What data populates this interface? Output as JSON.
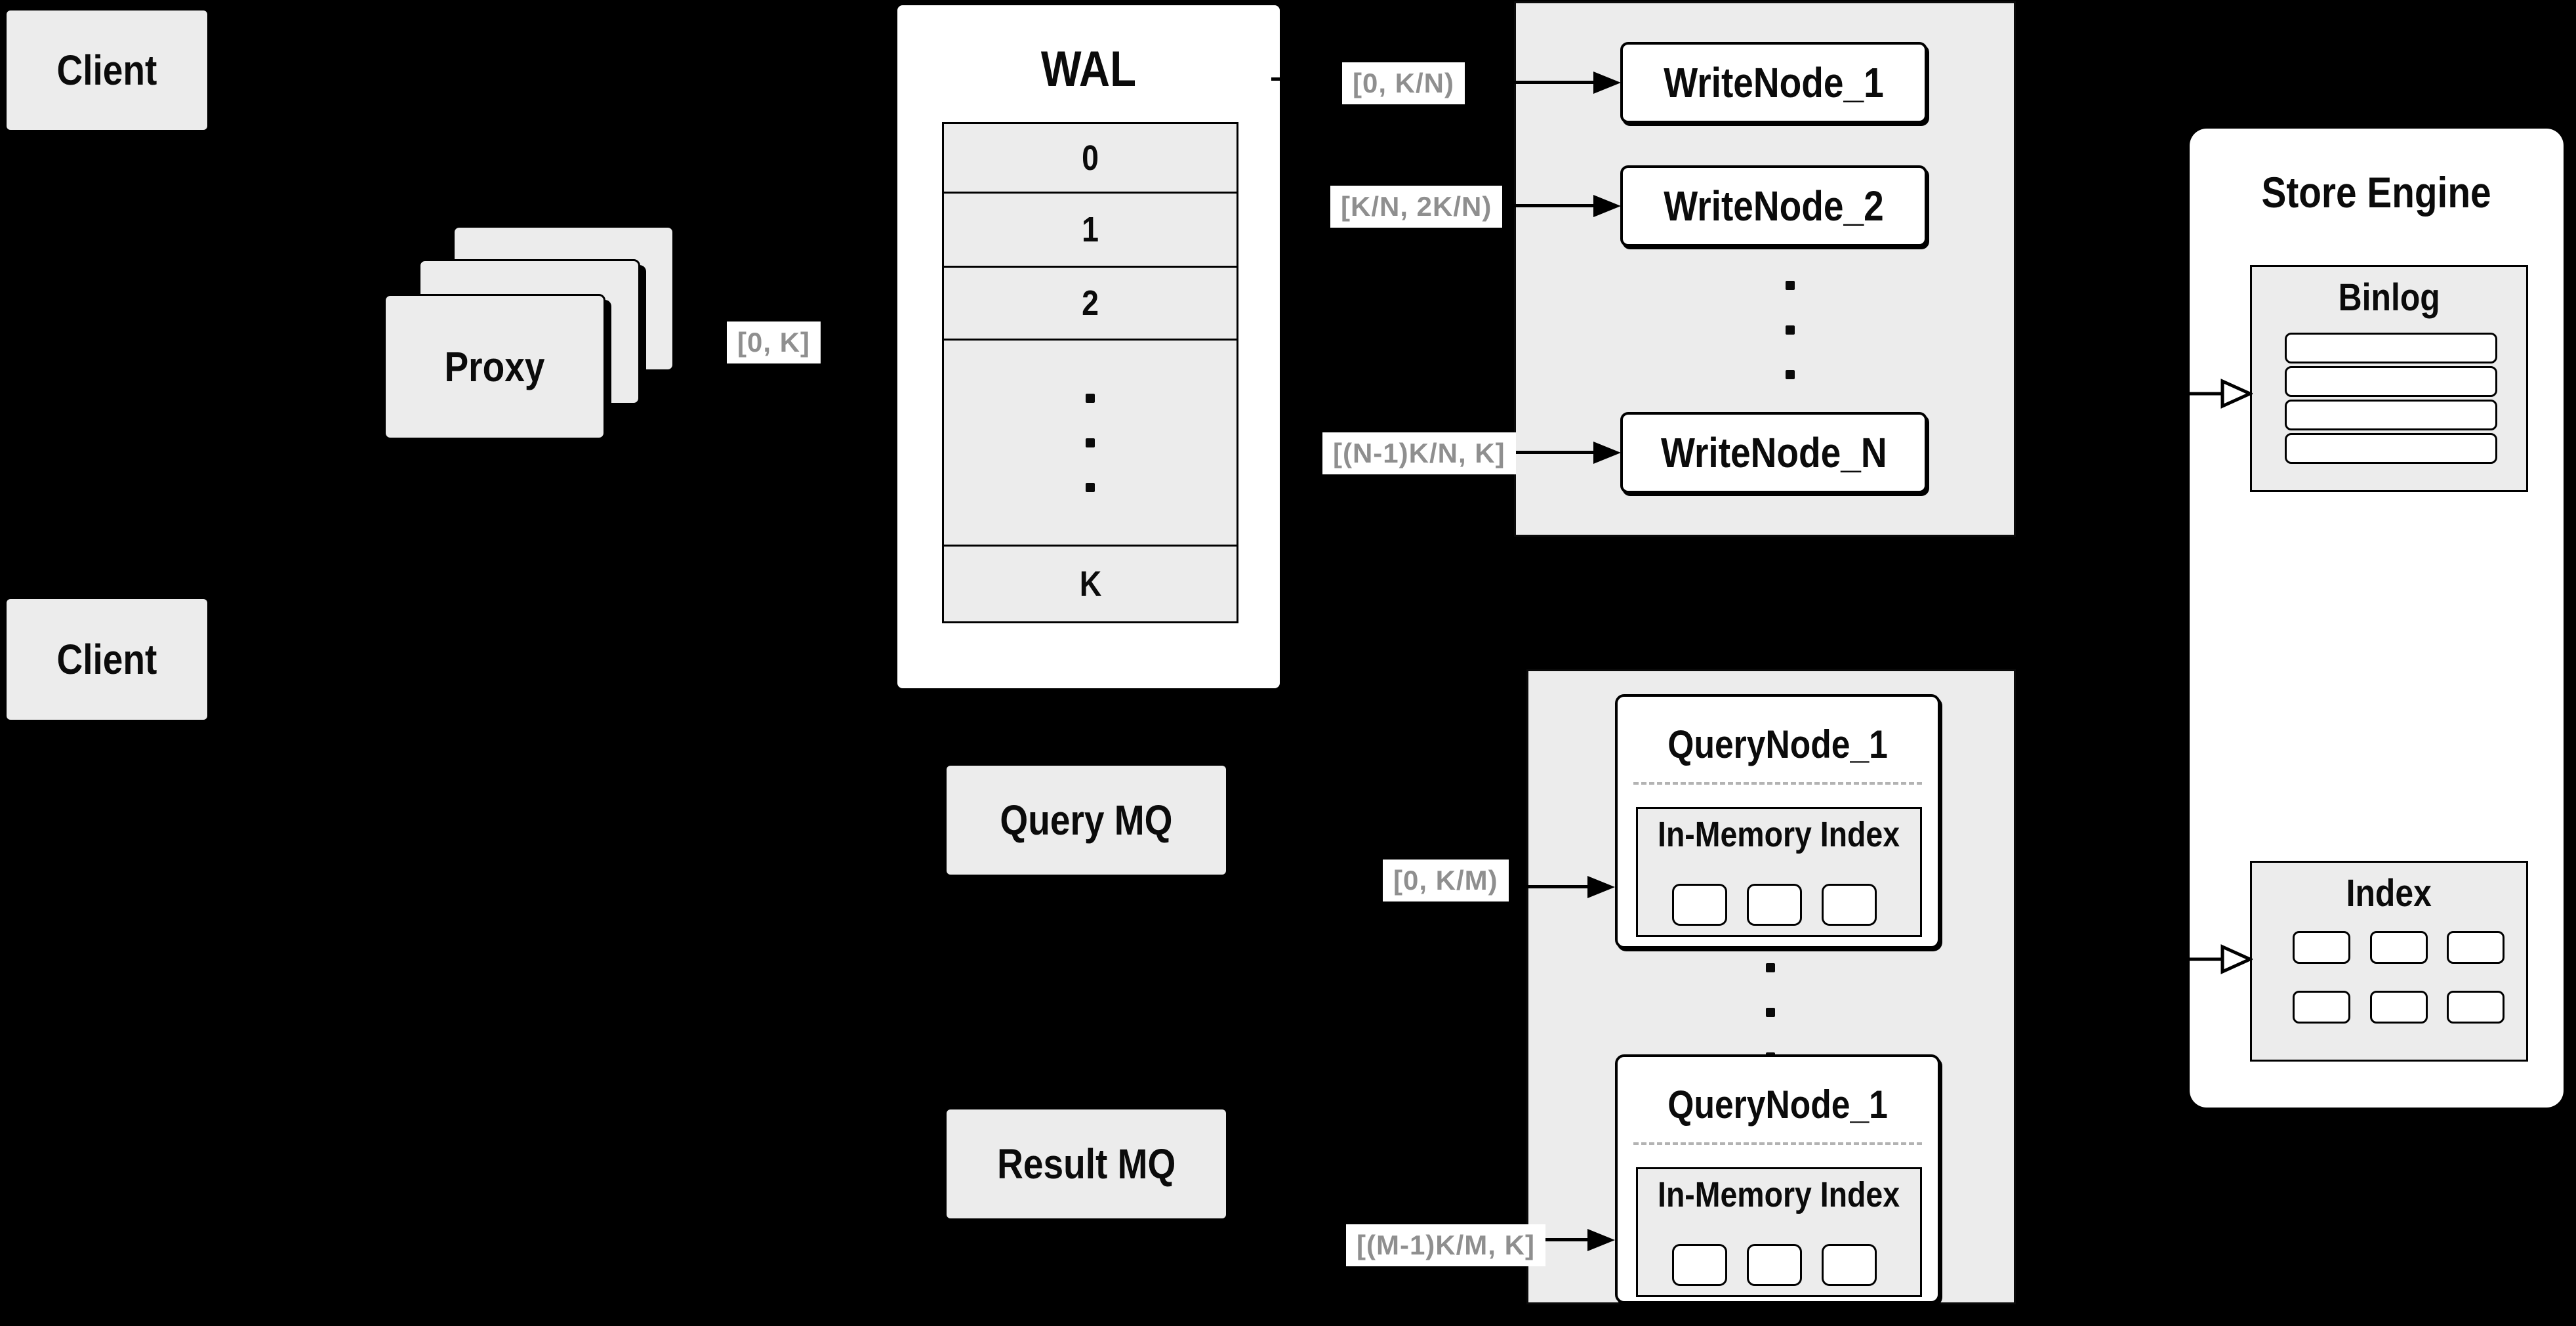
{
  "diagram": {
    "clients": [
      "Client",
      "Client"
    ],
    "proxy": {
      "label": "Proxy"
    },
    "wal": {
      "title": "WAL",
      "segments": [
        "0",
        "1",
        "2",
        "K"
      ]
    },
    "ranges": {
      "proxy_to_wal": "[0, K]",
      "write": [
        "[0, K/N)",
        "[K/N, 2K/N)",
        "[(N-1)K/N, K]"
      ],
      "query": [
        "[0, K/M)",
        "[(M-1)K/M, K]"
      ]
    },
    "write_nodes": [
      "WriteNode_1",
      "WriteNode_2",
      "WriteNode_N"
    ],
    "mq": {
      "query": "Query MQ",
      "result": "Result MQ"
    },
    "query_nodes": [
      {
        "title": "QueryNode_1",
        "memory_index": "In-Memory Index"
      },
      {
        "title": "QueryNode_1",
        "memory_index": "In-Memory Index"
      }
    ],
    "store_engine": {
      "title": "Store Engine",
      "binlog": "Binlog",
      "index": "Index"
    },
    "colors": {
      "background": "#000000",
      "panel_gray": "#ececec",
      "box_white": "#ffffff",
      "outline_black": "#000000",
      "range_text_gray": "#8f8f8f"
    }
  }
}
